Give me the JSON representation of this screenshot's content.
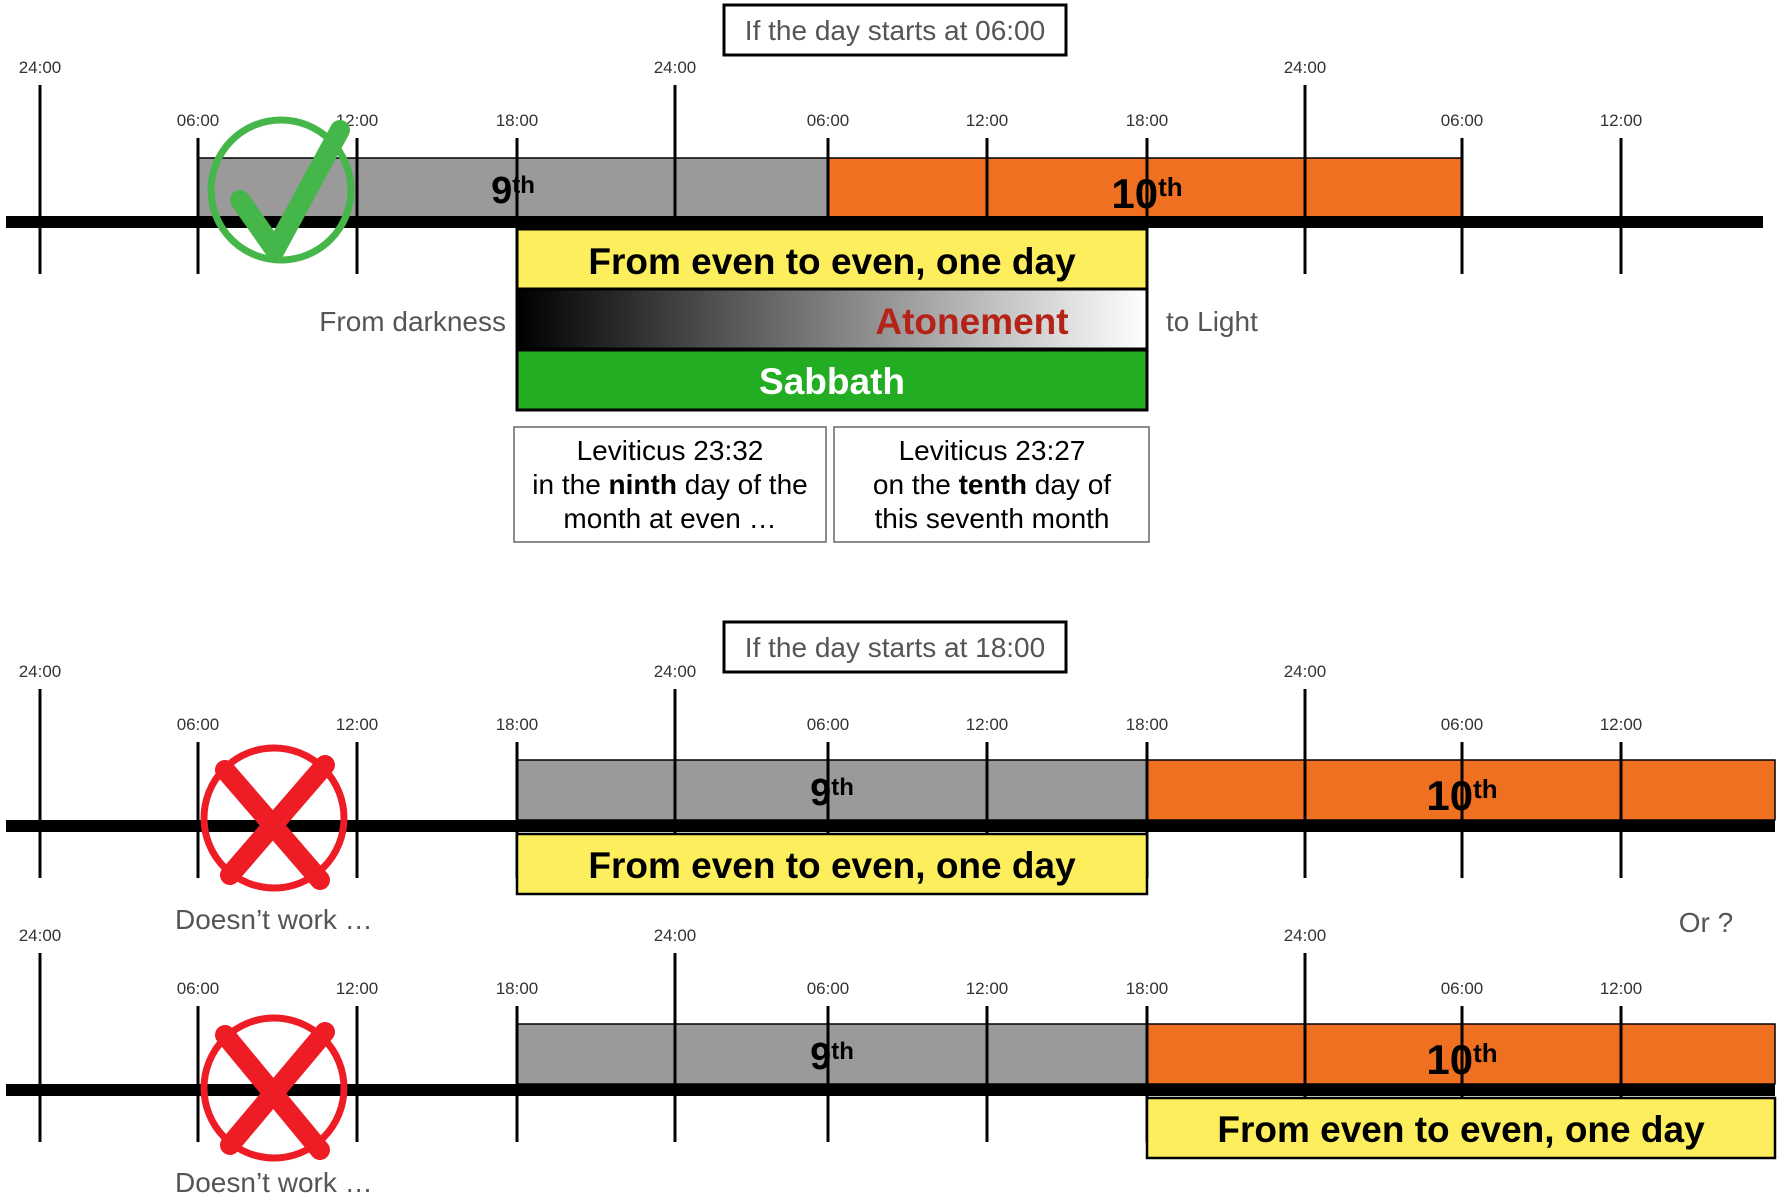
{
  "colors": {
    "gray_bar": "#9a9a9a",
    "orange_bar": "#f07021",
    "yellow_box": "#fcee5c",
    "green_box": "#22ad22",
    "atonement_text": "#b52218",
    "check": "#45b649",
    "cross": "#ee1c25",
    "timeline": "#000000"
  },
  "tick_labels": [
    "24:00",
    "06:00",
    "12:00",
    "18:00",
    "24:00",
    "06:00",
    "12:00",
    "18:00",
    "24:00",
    "06:00",
    "12:00"
  ],
  "panels": [
    {
      "id": "start-0600",
      "heading": "If the day starts at 06:00",
      "day9": {
        "num": "9",
        "suffix": "th"
      },
      "day10": {
        "num": "10",
        "suffix": "th"
      },
      "even_label": "From even to even, one day",
      "darkness_label": "From darkness",
      "atonement_label": "Atonement",
      "light_label": "to Light",
      "sabbath_label": "Sabbath",
      "verses": [
        {
          "title": "Leviticus 23:32",
          "line2_pre": "in the ",
          "line2_bold": "ninth",
          "line2_post": " day of the",
          "line3": "month at even …"
        },
        {
          "title": "Leviticus 23:27",
          "line2_pre": "on the ",
          "line2_bold": "tenth",
          "line2_post": " day of",
          "line3": "this seventh month"
        }
      ],
      "mark": "check-icon"
    },
    {
      "id": "start-1800-a",
      "heading": "If the day starts at 18:00",
      "day9": {
        "num": "9",
        "suffix": "th"
      },
      "day10": {
        "num": "10",
        "suffix": "th"
      },
      "even_label": "From even to even, one day",
      "status_label": "Doesn’t work …",
      "or_label": "Or ?",
      "mark": "cross-icon"
    },
    {
      "id": "start-1800-b",
      "day9": {
        "num": "9",
        "suffix": "th"
      },
      "day10": {
        "num": "10",
        "suffix": "th"
      },
      "even_label": "From even to even, one day",
      "status_label": "Doesn’t work …",
      "mark": "cross-icon"
    }
  ]
}
